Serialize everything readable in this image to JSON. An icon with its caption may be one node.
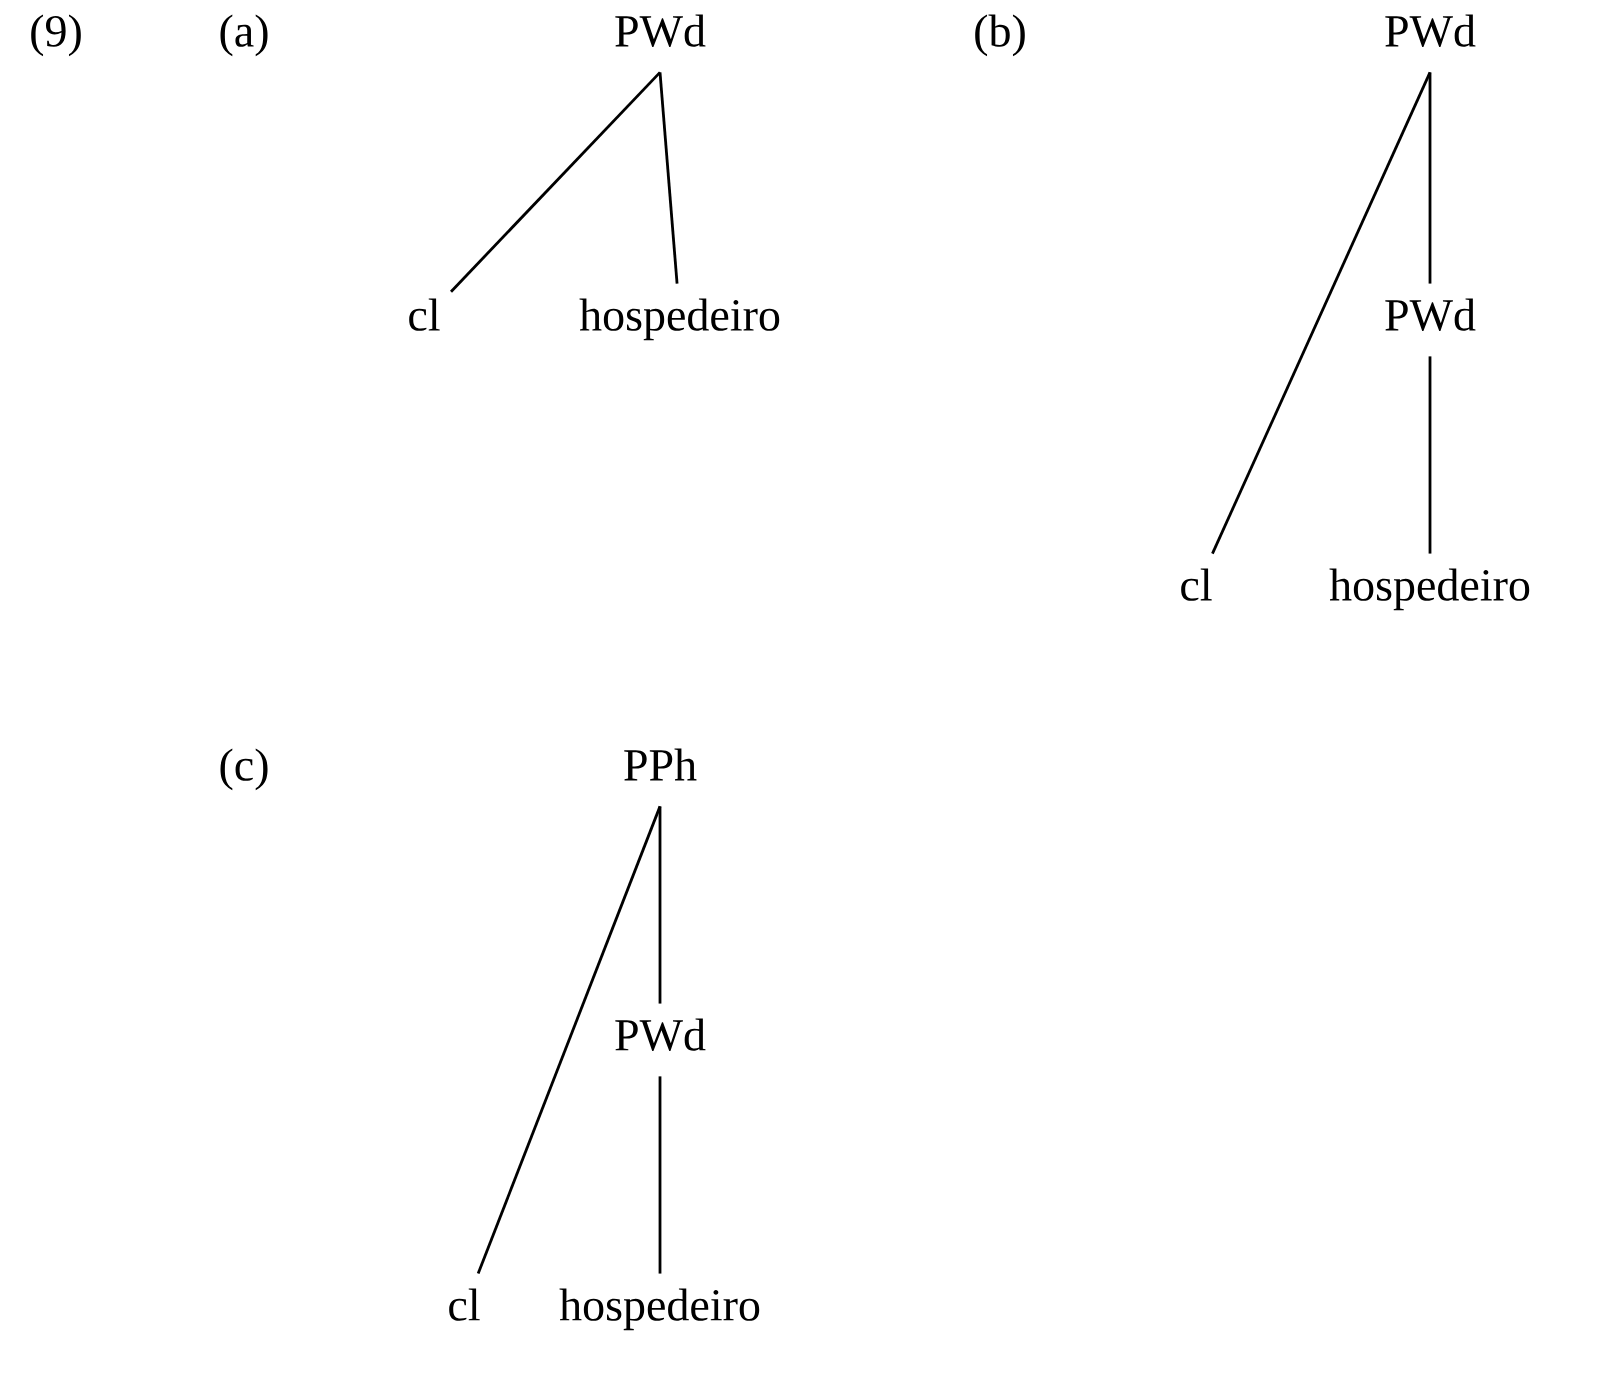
{
  "diagram": {
    "nodes": [
      {
        "text": [
          "PWd"
        ]
      },
      {
        "text": [
          "cl"
        ]
      },
      {
        "text": [
          "hospedeiro"
        ]
      },
      {
        "text": [
          "PWd"
        ]
      },
      {
        "text": [
          "PWd"
        ]
      },
      {
        "text": [
          "cl"
        ]
      },
      {
        "text": [
          "hospedeiro"
        ]
      },
      {
        "text": [
          "PPh"
        ]
      },
      {
        "text": [
          "PWd"
        ]
      },
      {
        "text": [
          "cl"
        ]
      },
      {
        "text": [
          "hospedeiro"
        ]
      }
    ],
    "edges": [
      {
        "from": 0,
        "to": 1,
        "arrow": "none"
      },
      {
        "from": 0,
        "to": 2,
        "arrow": "none"
      },
      {
        "from": 3,
        "to": 5,
        "arrow": "none"
      },
      {
        "from": 3,
        "to": 4,
        "arrow": "none"
      },
      {
        "from": 4,
        "to": 6,
        "arrow": "none"
      },
      {
        "from": 7,
        "to": 9,
        "arrow": "none"
      },
      {
        "from": 7,
        "to": 8,
        "arrow": "none"
      },
      {
        "from": 8,
        "to": 10,
        "arrow": "none"
      }
    ],
    "labels": [
      "(9)",
      "(a)",
      "(b)",
      "(c)"
    ]
  }
}
